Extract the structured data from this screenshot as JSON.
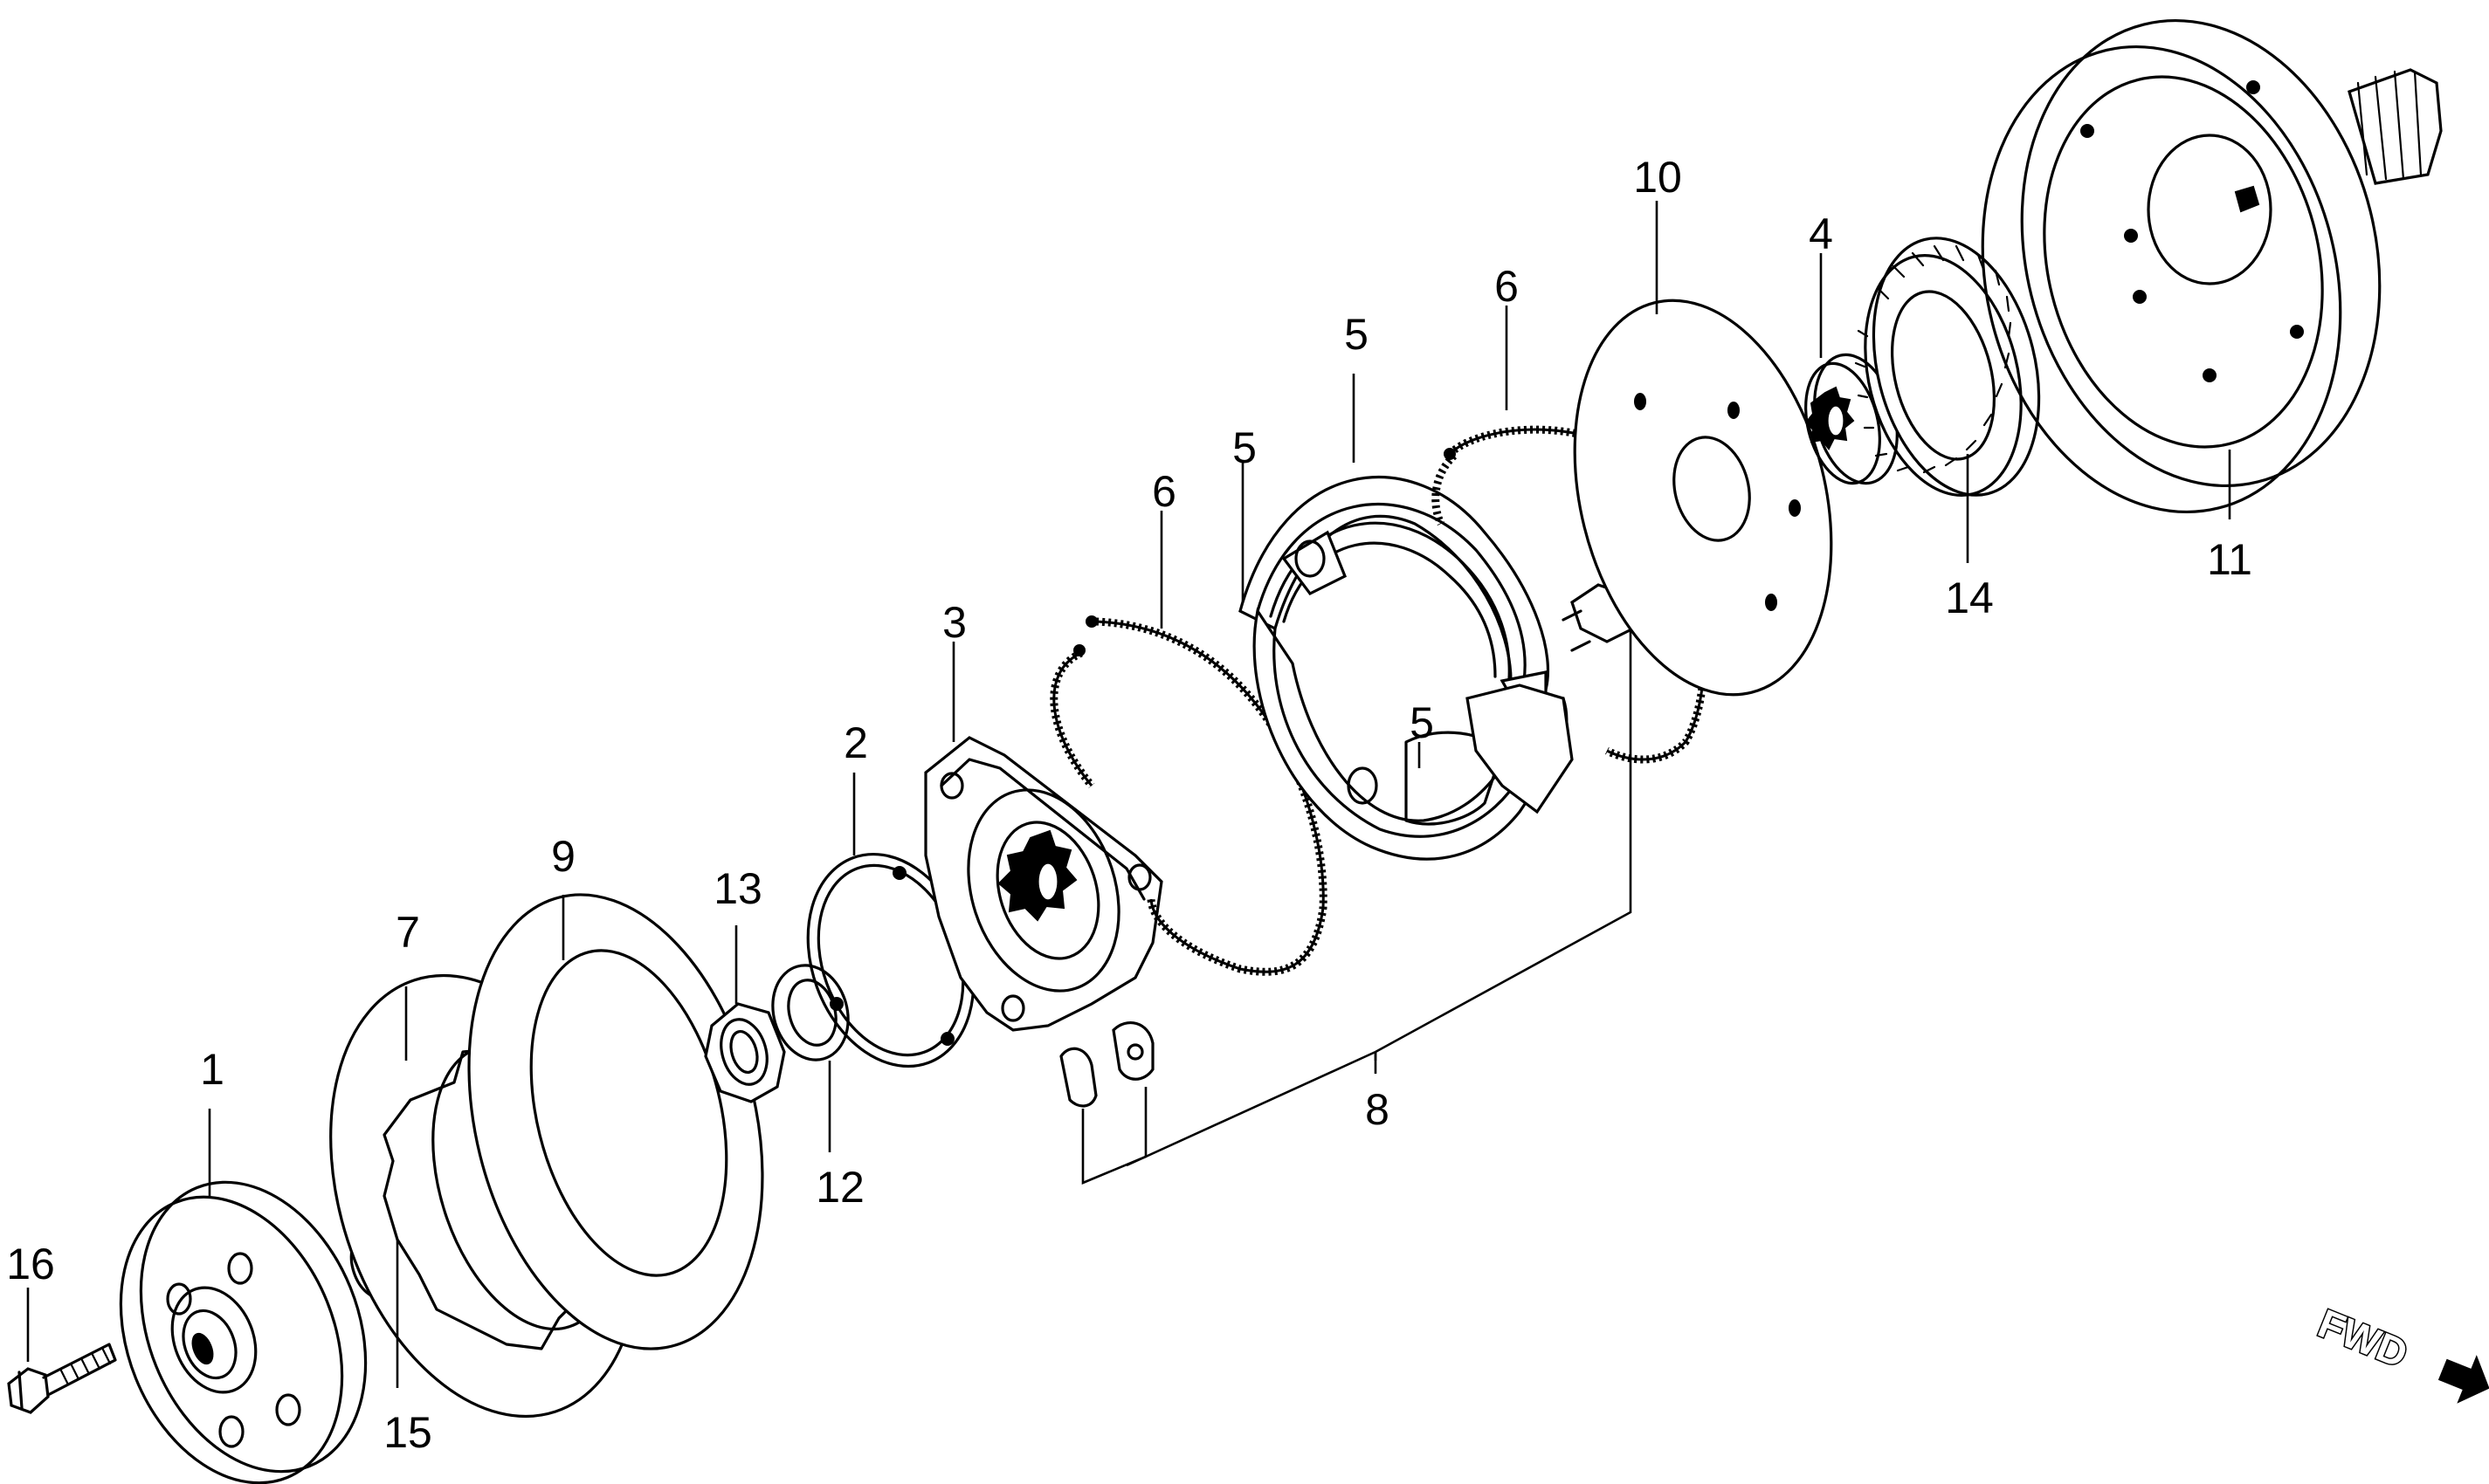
{
  "callouts": {
    "c1": "1",
    "c2": "2",
    "c3": "3",
    "c4": "4",
    "c5a": "5",
    "c5b": "5",
    "c5c": "5",
    "c6a": "6",
    "c6b": "6",
    "c7": "7",
    "c8": "8",
    "c9": "9",
    "c10": "10",
    "c11": "11",
    "c12": "12",
    "c13": "13",
    "c14": "14",
    "c15": "15",
    "c16": "16"
  },
  "direction_label": "FWD"
}
